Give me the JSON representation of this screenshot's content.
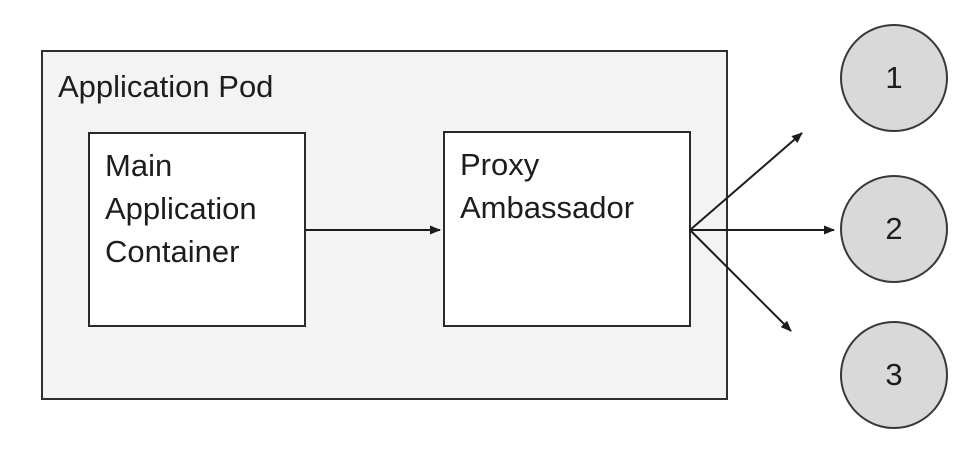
{
  "pod": {
    "label": "Application Pod"
  },
  "nodes": {
    "main": {
      "label": "Main Application Container"
    },
    "proxy": {
      "label": "Proxy Ambassador"
    }
  },
  "endpoints": [
    {
      "label": "1"
    },
    {
      "label": "2"
    },
    {
      "label": "3"
    }
  ],
  "edges": [
    {
      "from": "main-application-container",
      "to": "proxy-ambassador"
    },
    {
      "from": "proxy-ambassador",
      "to": "endpoint-1"
    },
    {
      "from": "proxy-ambassador",
      "to": "endpoint-2"
    },
    {
      "from": "proxy-ambassador",
      "to": "endpoint-3"
    }
  ],
  "colors": {
    "pod_fill": "#f3f3f3",
    "node_fill": "#ffffff",
    "endpoint_fill": "#d9d9d9",
    "stroke": "#2a2a2a",
    "arrow": "#1c1c1c",
    "text": "#1d1d1d",
    "background": "#ffffff"
  }
}
